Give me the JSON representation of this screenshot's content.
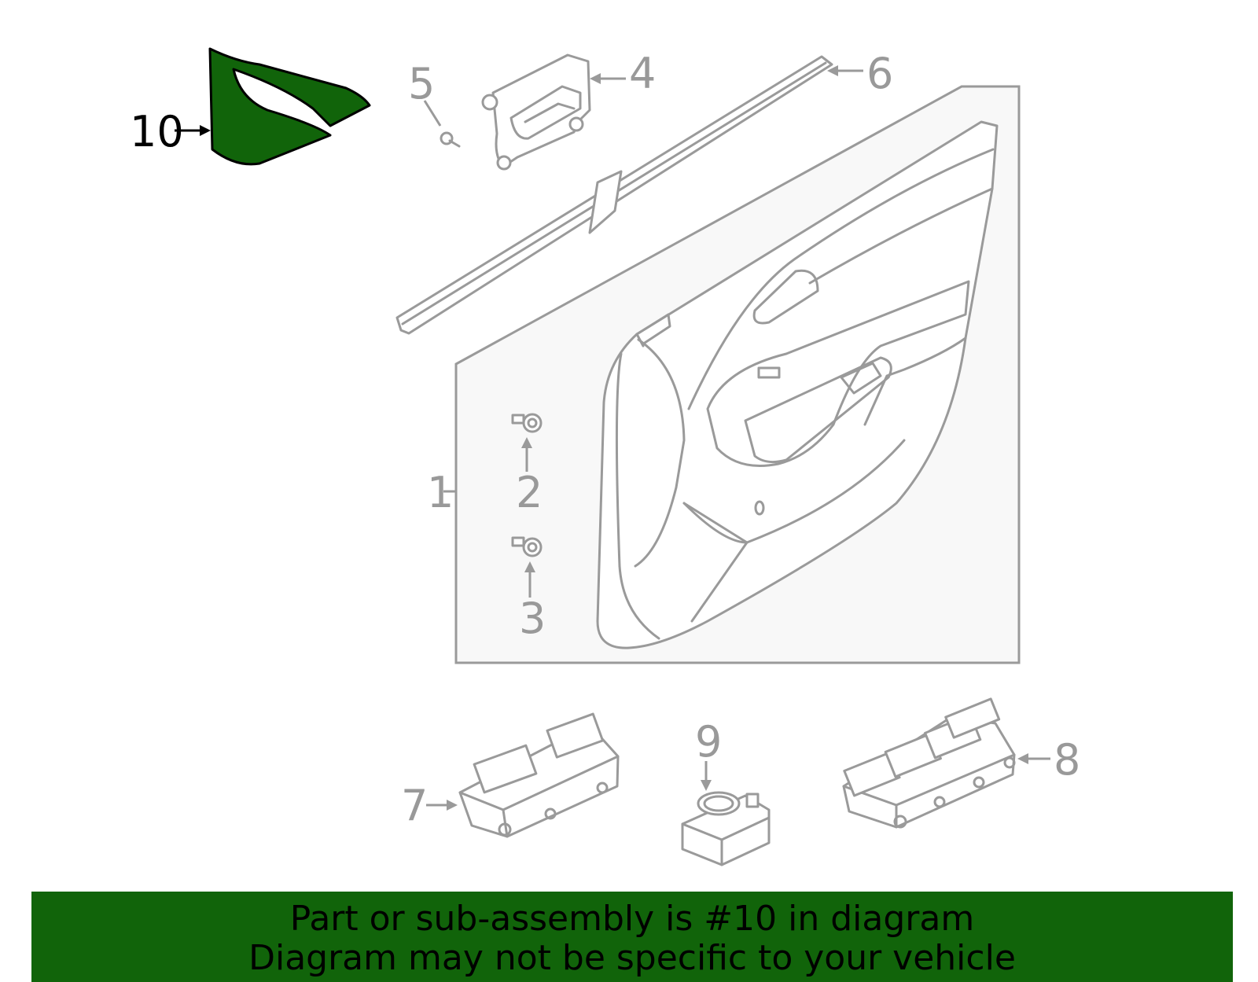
{
  "colors": {
    "highlight": "#11640a",
    "line": "#9a9a9a",
    "panel_bg": "#f8f8f8"
  },
  "callouts": [
    {
      "id": "1",
      "label": "1"
    },
    {
      "id": "2",
      "label": "2"
    },
    {
      "id": "3",
      "label": "3"
    },
    {
      "id": "4",
      "label": "4"
    },
    {
      "id": "5",
      "label": "5"
    },
    {
      "id": "6",
      "label": "6"
    },
    {
      "id": "7",
      "label": "7"
    },
    {
      "id": "8",
      "label": "8"
    },
    {
      "id": "9",
      "label": "9"
    },
    {
      "id": "10",
      "label": "10",
      "highlighted": true
    }
  ],
  "banner": {
    "line1": "Part or sub-assembly is #10 in diagram",
    "line2": "Diagram may not be specific to your vehicle"
  }
}
